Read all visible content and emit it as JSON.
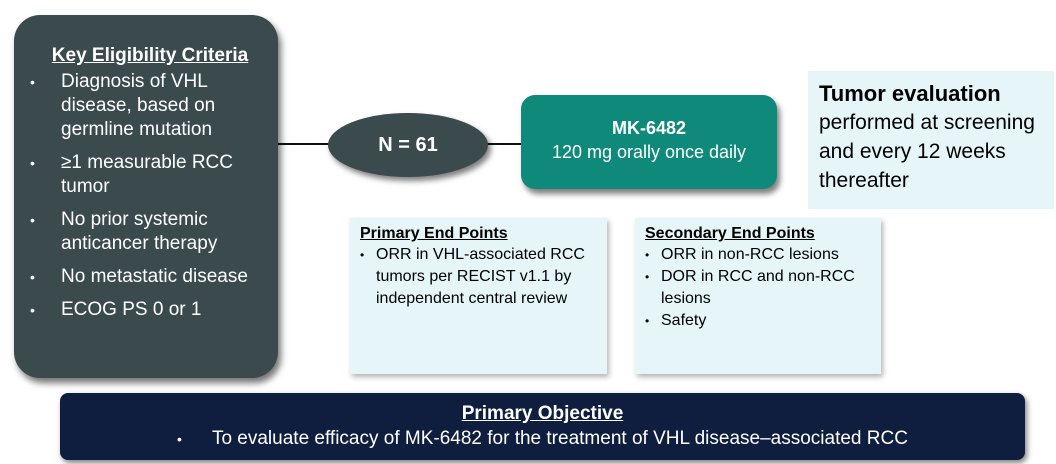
{
  "eligibility": {
    "title": "Key Eligibility Criteria",
    "bullet": "•",
    "items": [
      "Diagnosis of VHL disease, based on germline mutation",
      "≥1 measurable RCC tumor",
      "No prior systemic anticancer therapy",
      "No metastatic disease",
      "ECOG PS 0 or 1"
    ]
  },
  "enrollment": {
    "label": "N = 61"
  },
  "treatment": {
    "drug": "MK-6482",
    "dose": "120 mg orally once daily"
  },
  "tumor_evaluation": {
    "title": "Tumor evaluation",
    "text": "performed at screening and every 12 weeks thereafter"
  },
  "primary_end_points": {
    "title": "Primary End Points",
    "items": [
      "ORR in VHL-associated RCC tumors per RECIST v1.1 by independent central review"
    ]
  },
  "secondary_end_points": {
    "title": "Secondary End Points",
    "items": [
      "ORR in non-RCC lesions",
      "DOR in RCC and non-RCC lesions",
      "Safety"
    ]
  },
  "primary_objective": {
    "title": "Primary Objective",
    "text": "To evaluate efficacy of MK-6482 for the treatment of VHL disease–associated RCC"
  },
  "colors": {
    "dark_box": "#3a4a4d",
    "teal_box": "#0f8a7a",
    "light_box": "#e6f6f8",
    "navy_banner": "#0f1e3f"
  }
}
